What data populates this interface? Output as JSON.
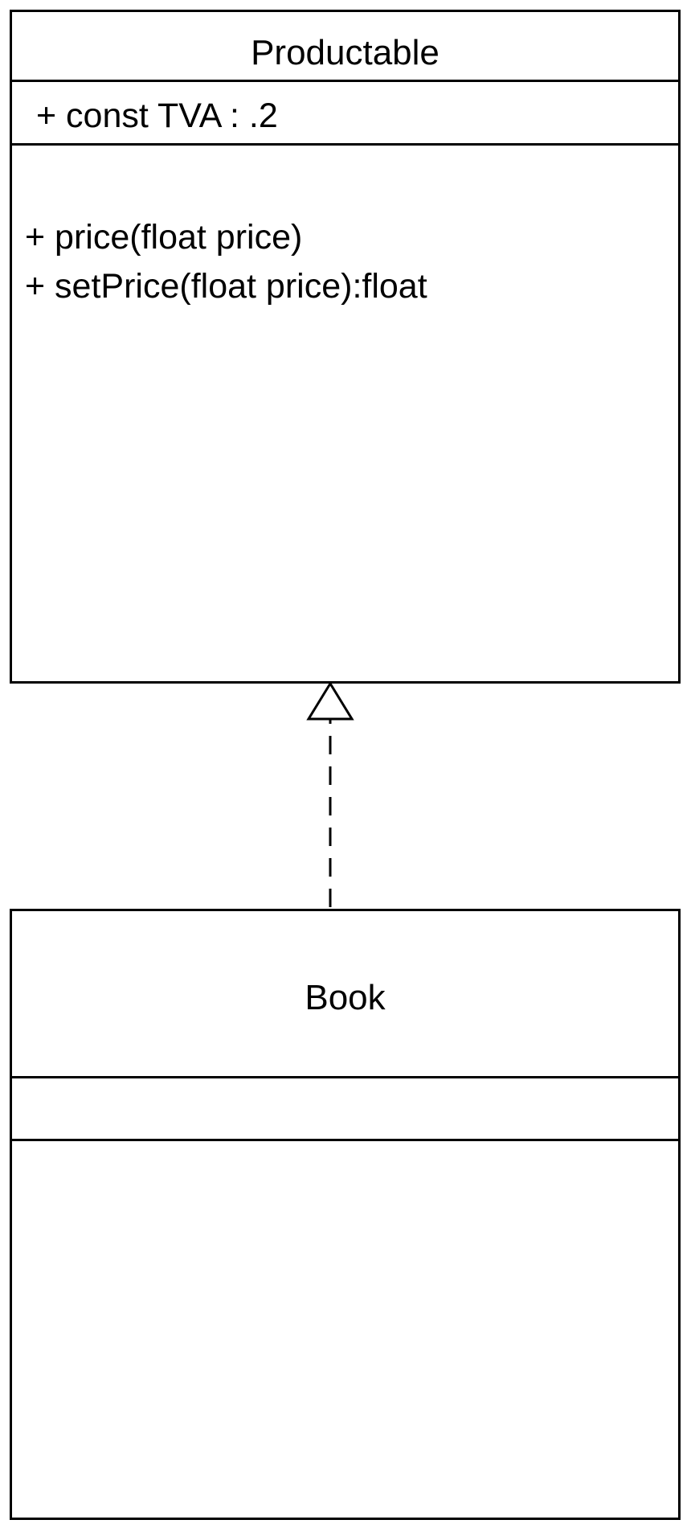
{
  "diagram": {
    "type": "UML class diagram",
    "relationship": "realization",
    "classes": [
      {
        "name": "Productable",
        "attributes": [
          "+ const TVA : .2"
        ],
        "methods": [
          "+ price(float price)",
          "+ setPrice(float price):float"
        ]
      },
      {
        "name": "Book",
        "attributes": [],
        "methods": []
      }
    ]
  }
}
